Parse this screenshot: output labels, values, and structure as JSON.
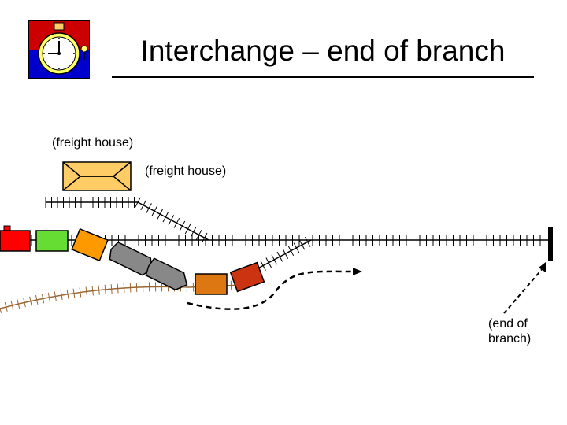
{
  "slide": {
    "title": "Interchange – end of branch",
    "labels": {
      "freight_house_1": "(freight house)",
      "freight_house_2": "(freight house)",
      "end_of_branch": "(end of\nbranch)"
    },
    "logo_icon": "stopwatch-icon"
  },
  "colors": {
    "text": "#000000",
    "rail": "#000000",
    "spur_rail": "#996633",
    "freight_house_fill": "#ffcc66",
    "car_red": "#ff0000",
    "car_green": "#66dd33",
    "car_orange": "#ff9900",
    "locomotive_gray": "#888888",
    "car_dark_orange": "#dd7711",
    "car_rust": "#cc3311",
    "logo_red": "#cc0000",
    "logo_blue": "#0000cc",
    "logo_yellow": "#ffff66"
  }
}
